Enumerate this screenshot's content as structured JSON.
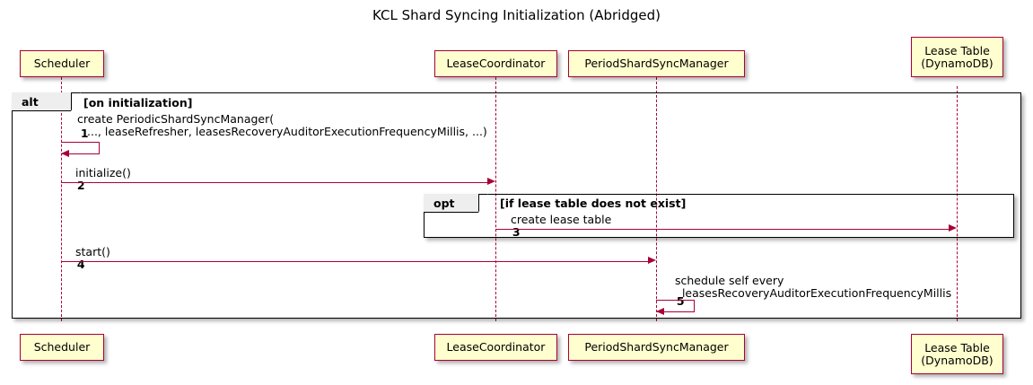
{
  "diagram": {
    "title": "KCL Shard Syncing Initialization (Abridged)",
    "type": "sequence-diagram",
    "colors": {
      "participant_fill": "#FEFECE",
      "participant_border": "#A80036",
      "arrow": "#A80036",
      "frame_border": "#000000",
      "frame_tab_fill": "#EEEEEE",
      "background": "#FFFFFF"
    }
  },
  "participants": [
    {
      "id": "scheduler",
      "label": "Scheduler"
    },
    {
      "id": "lease_coordinator",
      "label": "LeaseCoordinator"
    },
    {
      "id": "period_shard_sync_manager",
      "label": "PeriodShardSyncManager"
    },
    {
      "id": "lease_table",
      "label": "Lease Table\n(DynamoDB)"
    }
  ],
  "frames": [
    {
      "id": "alt-on-initialization",
      "kind": "alt",
      "tab_label": "alt",
      "condition": "[on initialization]"
    },
    {
      "id": "opt-lease-table-missing",
      "kind": "opt",
      "tab_label": "opt",
      "condition": "[if lease table does not exist]"
    }
  ],
  "messages": [
    {
      "number": "1",
      "from": "scheduler",
      "to": "scheduler",
      "self": true,
      "line1": "create PeriodicShardSyncManager(",
      "line2": "..., leaseRefresher, leasesRecoveryAuditorExecutionFrequencyMillis, ...)"
    },
    {
      "number": "2",
      "from": "scheduler",
      "to": "lease_coordinator",
      "self": false,
      "line1": "initialize()",
      "line2": ""
    },
    {
      "number": "3",
      "from": "lease_coordinator",
      "to": "lease_table",
      "self": false,
      "line1": "create lease table",
      "line2": ""
    },
    {
      "number": "4",
      "from": "scheduler",
      "to": "period_shard_sync_manager",
      "self": false,
      "line1": "start()",
      "line2": ""
    },
    {
      "number": "5",
      "from": "period_shard_sync_manager",
      "to": "period_shard_sync_manager",
      "self": true,
      "line1": "schedule self every",
      "line2": "  leasesRecoveryAuditorExecutionFrequencyMillis"
    }
  ]
}
